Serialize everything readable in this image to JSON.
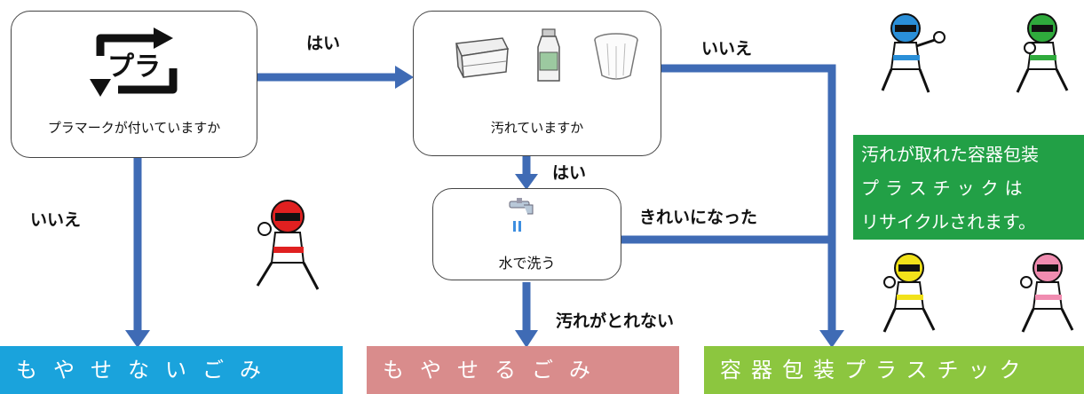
{
  "nodes": {
    "pla_mark": {
      "label": "プラマークが付いていますか",
      "icon_text": "プラ"
    },
    "dirty": {
      "label": "汚れていますか"
    },
    "wash": {
      "label": "水で洗う"
    }
  },
  "edges": {
    "yes_1": "はい",
    "no_1": "いいえ",
    "yes_2": "はい",
    "no_2": "いいえ",
    "cleaned": "きれいになった",
    "not_removed": "汚れがとれない"
  },
  "note": {
    "line1": "汚れが取れた容器包装",
    "line2": "プラスチックは",
    "line3": "リサイクルされます。"
  },
  "categories": {
    "nonburnable": {
      "label": "もやせないごみ",
      "color": "#1aa3dc"
    },
    "burnable": {
      "label": "もやせるごみ",
      "color": "#d98c8c"
    },
    "plastic": {
      "label": "容器包装プラスチック",
      "color": "#8cc63f"
    }
  },
  "colors": {
    "arrow": "#3f6bb5",
    "arrow_outline": "#2d4f8a",
    "note_bg": "#22a046"
  },
  "characters": [
    {
      "name": "blue-ranger",
      "color": "#2a8fd8"
    },
    {
      "name": "green-ranger",
      "color": "#2faa3c"
    },
    {
      "name": "red-ranger",
      "color": "#e02020"
    },
    {
      "name": "yellow-ranger",
      "color": "#f2e21a"
    },
    {
      "name": "pink-ranger",
      "color": "#f08cb0"
    }
  ]
}
